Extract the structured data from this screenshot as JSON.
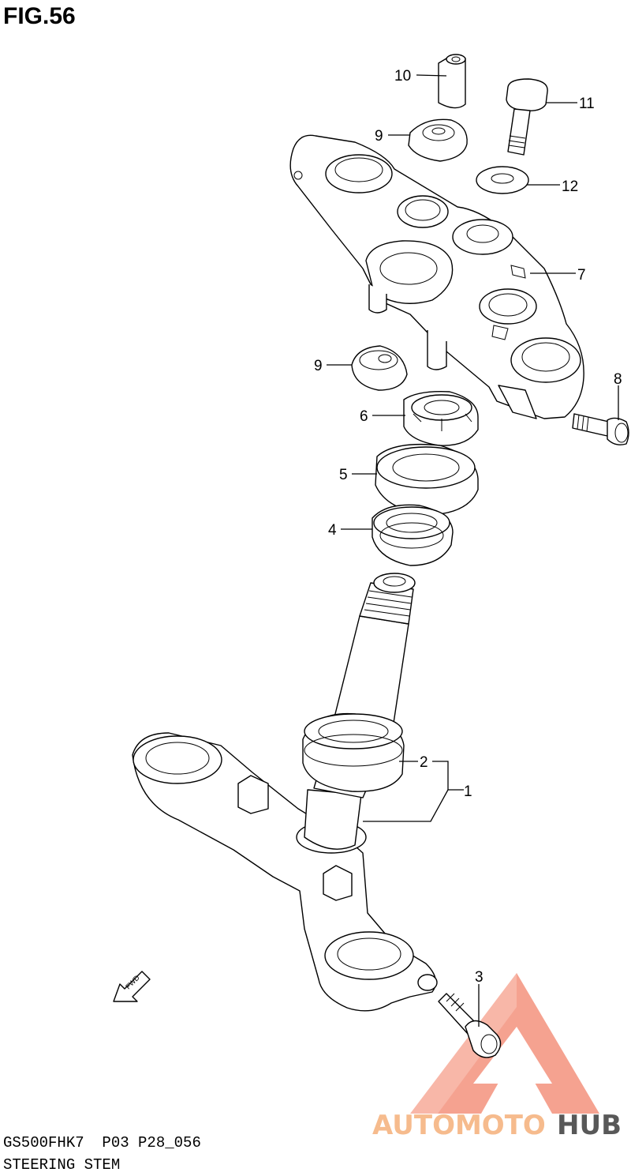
{
  "figure": {
    "title": "FIG.56",
    "model_code": "GS500FHK7  P03 P28_056",
    "caption": "STEERING STEM"
  },
  "callouts": [
    {
      "id": "1",
      "label": "1"
    },
    {
      "id": "2",
      "label": "2"
    },
    {
      "id": "3",
      "label": "3"
    },
    {
      "id": "4",
      "label": "4"
    },
    {
      "id": "5",
      "label": "5"
    },
    {
      "id": "6",
      "label": "6"
    },
    {
      "id": "7",
      "label": "7"
    },
    {
      "id": "8",
      "label": "8"
    },
    {
      "id": "9a",
      "label": "9"
    },
    {
      "id": "9b",
      "label": "9"
    },
    {
      "id": "10",
      "label": "10"
    },
    {
      "id": "11",
      "label": "11"
    },
    {
      "id": "12",
      "label": "12"
    }
  ],
  "fwd_label": "FWD",
  "watermark": {
    "part1": "AUTOMOTO",
    "part2": "HUB",
    "colors": {
      "part1": "#f5b07a",
      "part2": "#3c3c3c",
      "logo": "#f2836b"
    }
  }
}
